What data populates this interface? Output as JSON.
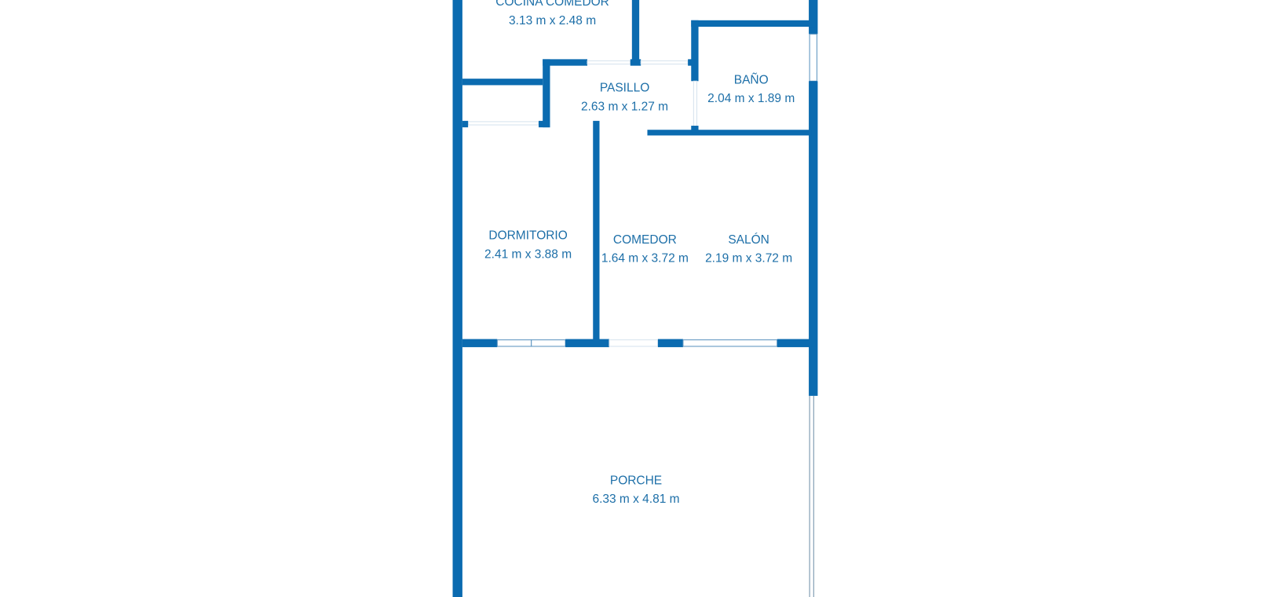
{
  "rooms": [
    {
      "name": "COCINA COMEDOR",
      "size": "3.13 m x 2.48 m"
    },
    {
      "name": "PASILLO",
      "size": "2.63 m x 1.27 m"
    },
    {
      "name": "BAÑO",
      "size": "2.04 m x 1.89 m"
    },
    {
      "name": "DORMITORIO",
      "size": "2.41 m x 3.88 m"
    },
    {
      "name": "COMEDOR",
      "size": "1.64 m x 3.72 m"
    },
    {
      "name": "SALÓN",
      "size": "2.19 m x 3.72 m"
    },
    {
      "name": "PORCHE",
      "size": "6.33 m x 4.81 m"
    }
  ],
  "colors": {
    "wall": "#0b6bb0",
    "label": "#1d6fa8"
  }
}
